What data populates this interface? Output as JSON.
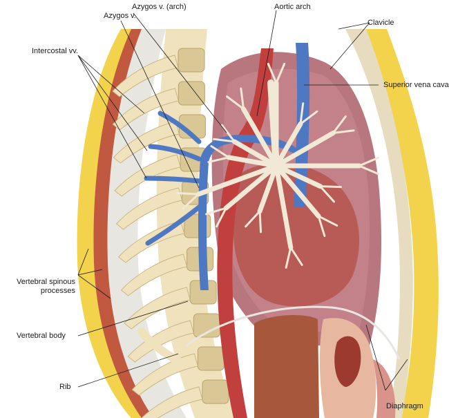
{
  "labels": {
    "azygos_arch": "Azygos v. (arch)",
    "azygos": "Azygos v.",
    "aortic_arch": "Aortic arch",
    "clavicle": "Clavicle",
    "intercostal": "Intercostal vv.",
    "svc": "Superior vena cava",
    "spinous_1": "Vertebral spinous",
    "spinous_2": "processes",
    "vertebral_body": "Vertebral body",
    "rib": "Rib",
    "diaphragm": "Diaphragm"
  },
  "colors": {
    "skin": "#f2d34b",
    "muscle": "#c0593f",
    "bone": "#efe2bd",
    "bone_shadow": "#d9c795",
    "vein": "#4f78c2",
    "artery": "#c13f3c",
    "lung": "#b8777f",
    "heart": "#b85a55",
    "bronchi": "#f2e8d6",
    "liver": "#a7573c",
    "fascia": "#e8e6e0"
  }
}
